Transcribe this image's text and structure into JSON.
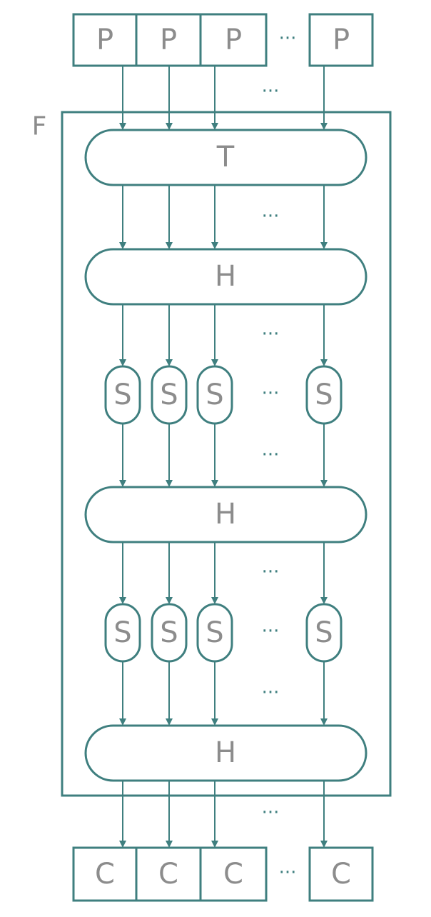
{
  "colors": {
    "stroke": "#3f7f7f",
    "label": "#8c8c8c"
  },
  "frame_label": "F",
  "ellipsis": "···",
  "inputs": {
    "labels": [
      "P",
      "P",
      "P",
      "P"
    ]
  },
  "top_layer": {
    "label": "T"
  },
  "hidden_layers": [
    {
      "label": "H"
    },
    {
      "label": "H"
    },
    {
      "label": "H"
    }
  ],
  "s_rows": [
    {
      "labels": [
        "S",
        "S",
        "S",
        "S"
      ]
    },
    {
      "labels": [
        "S",
        "S",
        "S",
        "S"
      ]
    }
  ],
  "outputs": {
    "labels": [
      "C",
      "C",
      "C",
      "C"
    ]
  }
}
